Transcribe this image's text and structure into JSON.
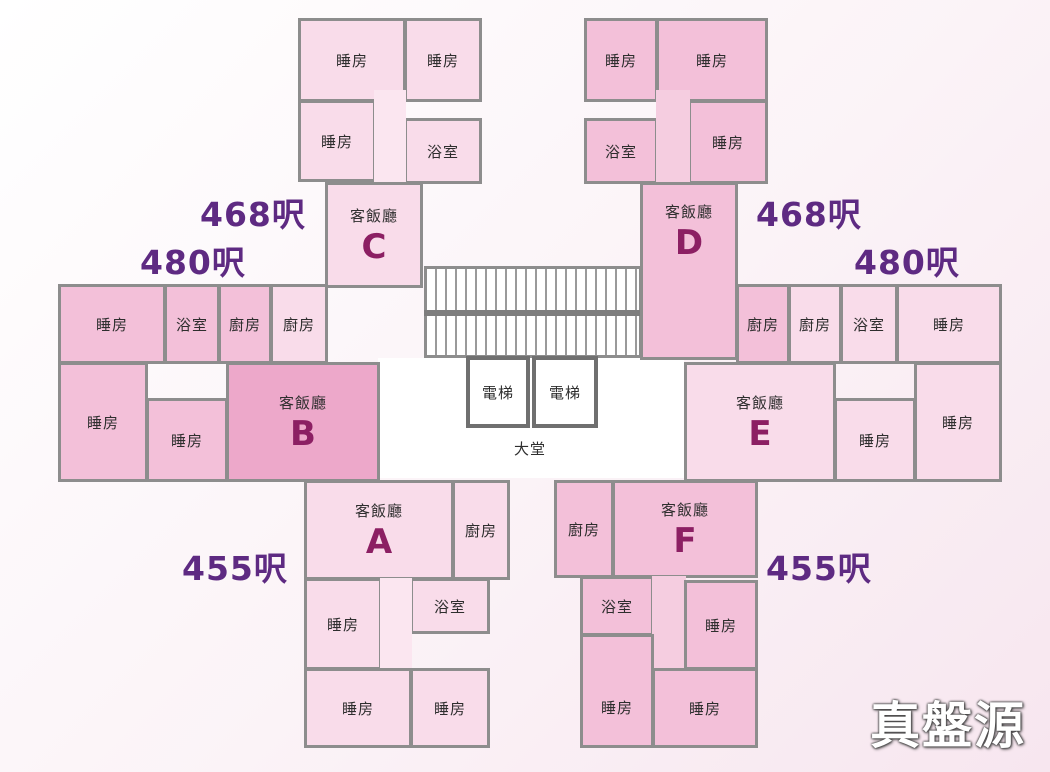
{
  "units": [
    {
      "letter": "A",
      "area": "455呎"
    },
    {
      "letter": "B",
      "area": "480呎"
    },
    {
      "letter": "C",
      "area": "468呎"
    },
    {
      "letter": "D",
      "area": "468呎"
    },
    {
      "letter": "E",
      "area": "480呎"
    },
    {
      "letter": "F",
      "area": "455呎"
    }
  ],
  "rooms": {
    "bedroom": "睡房",
    "bathroom": "浴室",
    "kitchen": "廚房",
    "living_dining": "客飯廳",
    "elevator": "電梯",
    "lobby": "大堂"
  },
  "watermark": "真盤源",
  "colors": {
    "light": "#f9dcea",
    "medium": "#f3c0d9",
    "dark": "#eda8ca",
    "area_text": "#5e2a82",
    "letter_text": "#8c1f63"
  }
}
